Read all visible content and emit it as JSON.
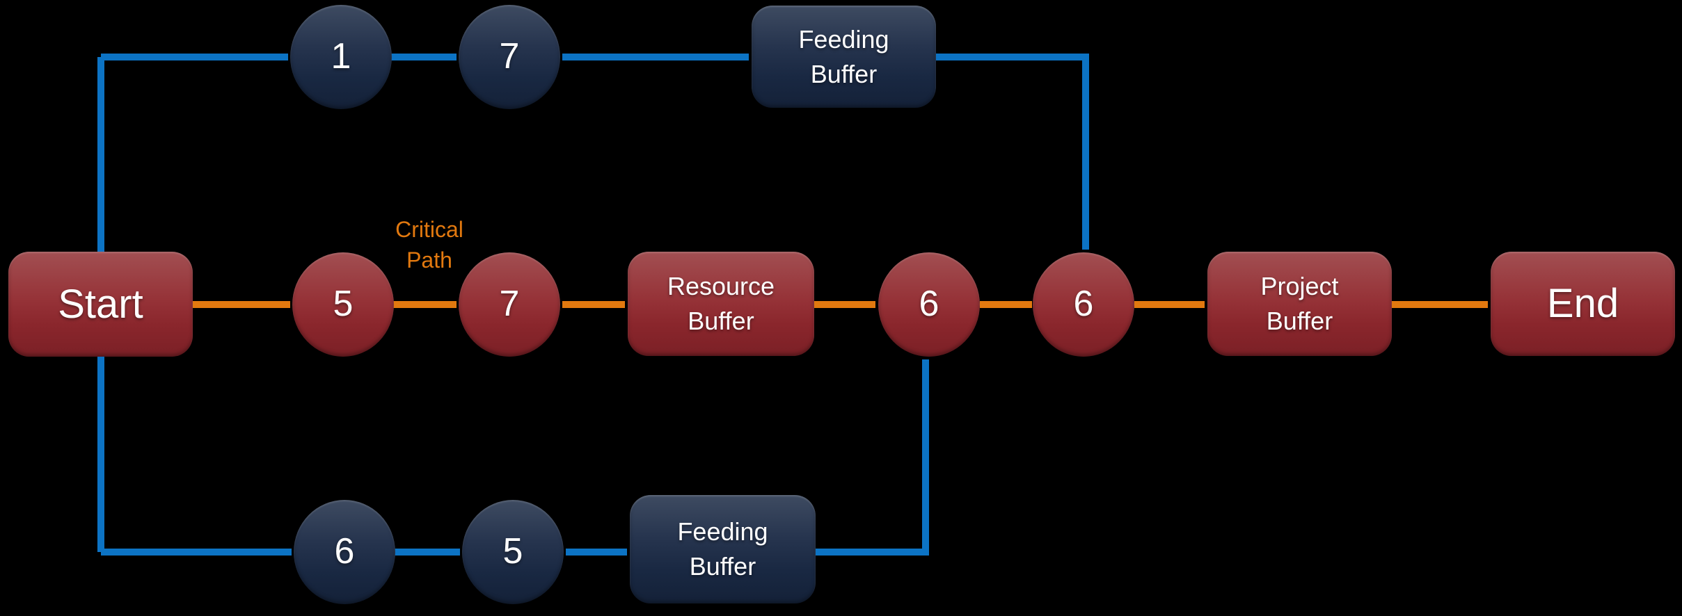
{
  "diagram": {
    "type": "critical-chain-project-network",
    "background_color": "#000000",
    "colors": {
      "critical_node_red": "#963338",
      "feeding_node_navy": "#1E2D48",
      "critical_connector_orange": "#E2790F",
      "feeding_connector_blue": "#0C73C4",
      "node_text": "#FFFFFF",
      "annotation_text": "#E2790F"
    },
    "nodes": {
      "start": "Start",
      "end": "End",
      "top_feeding_path": {
        "task1": "1",
        "task2": "7",
        "buffer": "Feeding Buffer"
      },
      "critical_path": {
        "task1": "5",
        "task2": "7",
        "resource_buffer": "Resource Buffer",
        "task3": "6",
        "task4": "6",
        "project_buffer": "Project Buffer"
      },
      "bottom_feeding_path": {
        "task1": "6",
        "task2": "5",
        "buffer": "Feeding Buffer"
      }
    },
    "annotation": {
      "line1": "Critical",
      "line2": "Path"
    }
  }
}
